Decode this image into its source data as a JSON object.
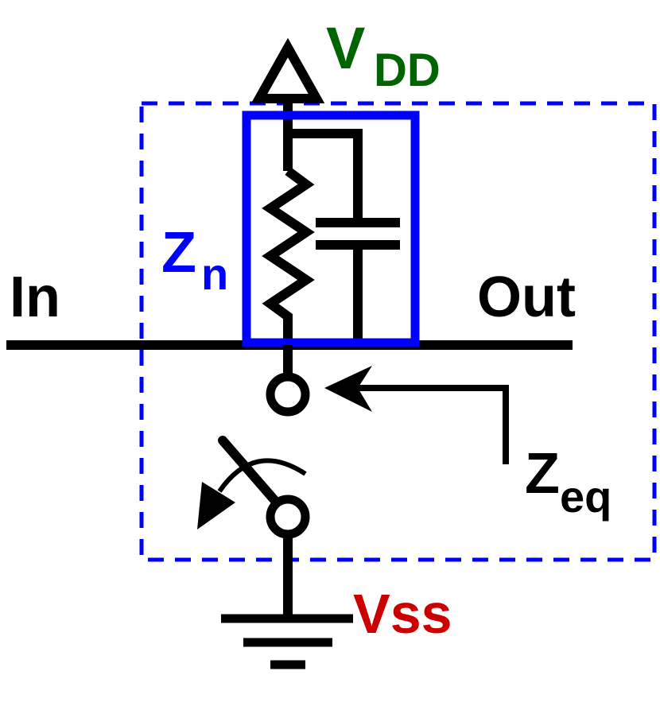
{
  "labels": {
    "vdd_main": "V",
    "vdd_sub": "DD",
    "in": "In",
    "out": "Out",
    "zn_main": "Z",
    "zn_sub": "n",
    "zeq_main": "Z",
    "zeq_sub": "eq",
    "vss": "Vss"
  },
  "colors": {
    "wire": "#000000",
    "enclosure_dashed": "#0000ff",
    "zn_box": "#0000ff",
    "vdd_label": "#006400",
    "zn_label": "#0000ff",
    "vss_label": "#cc0000",
    "text": "#000000"
  }
}
